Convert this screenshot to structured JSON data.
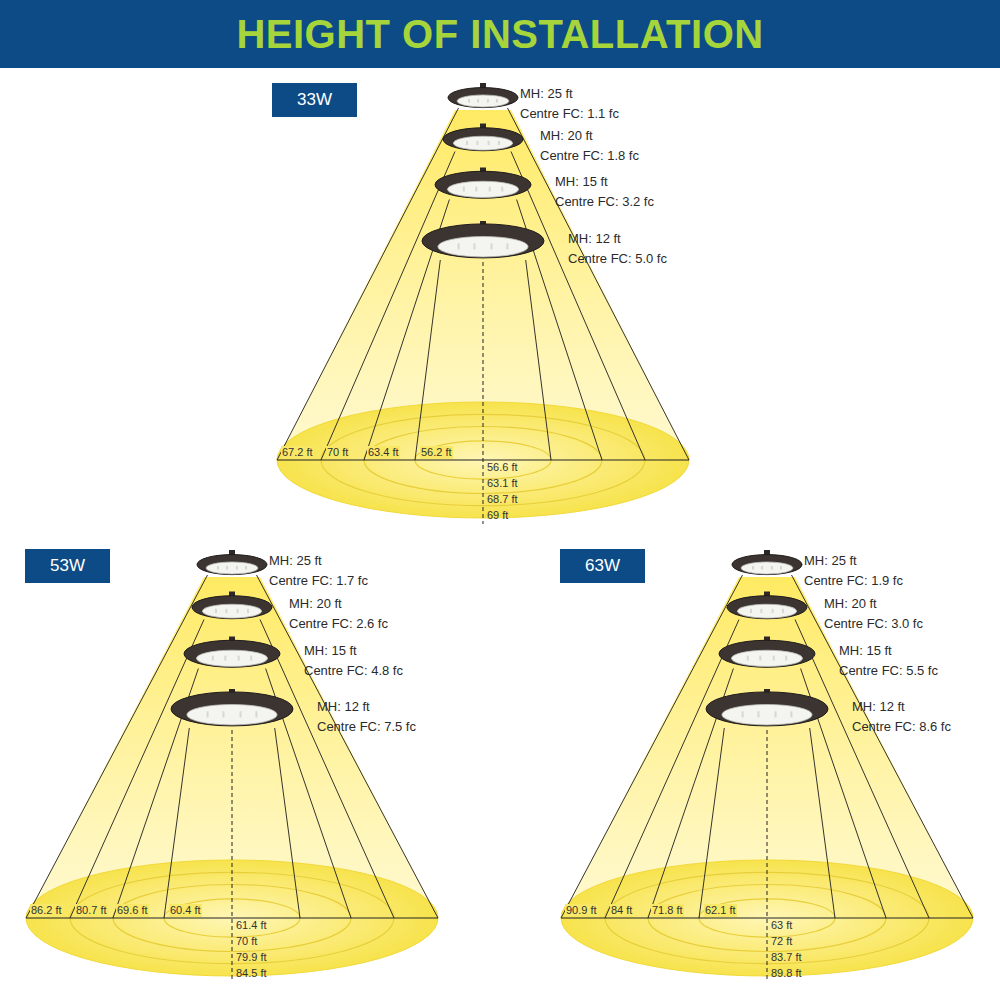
{
  "diagram": {
    "title": "HEIGHT OF INSTALLATION",
    "nodes": [
      {
        "text": [
          "33W"
        ]
      },
      {
        "text": [
          "53W"
        ]
      },
      {
        "text": [
          "63W"
        ]
      }
    ],
    "labels": [
      "MH: 25 ft",
      "Centre FC: 1.1 fc",
      "MH: 20 ft",
      "Centre FC: 1.8 fc",
      "MH: 15 ft",
      "Centre FC: 3.2 fc",
      "MH: 12 ft",
      "Centre FC: 5.0 fc",
      "67.2 ft",
      "70 ft",
      "63.4 ft",
      "56.2 ft",
      "56.6 ft",
      "63.1 ft",
      "68.7 ft",
      "69 ft",
      "MH: 25 ft",
      "Centre FC: 1.7 fc",
      "MH: 20 ft",
      "Centre FC: 2.6 fc",
      "MH: 15 ft",
      "Centre FC: 4.8 fc",
      "MH: 12 ft",
      "Centre FC: 7.5 fc",
      "86.2 ft",
      "80.7 ft",
      "69.6 ft",
      "60.4 ft",
      "61.4 ft",
      "70 ft",
      "79.9 ft",
      "84.5 ft",
      "MH: 25 ft",
      "Centre FC: 1.9 fc",
      "MH: 20 ft",
      "Centre FC: 3.0 fc",
      "MH: 15 ft",
      "Centre FC:  5.5 fc",
      "MH: 12 ft",
      "Centre FC: 8.6 fc",
      "90.9 ft",
      "84 ft",
      "71.8 ft",
      "62.1 ft",
      "63 ft",
      "72 ft",
      "83.7 ft",
      "89.8 ft"
    ]
  }
}
